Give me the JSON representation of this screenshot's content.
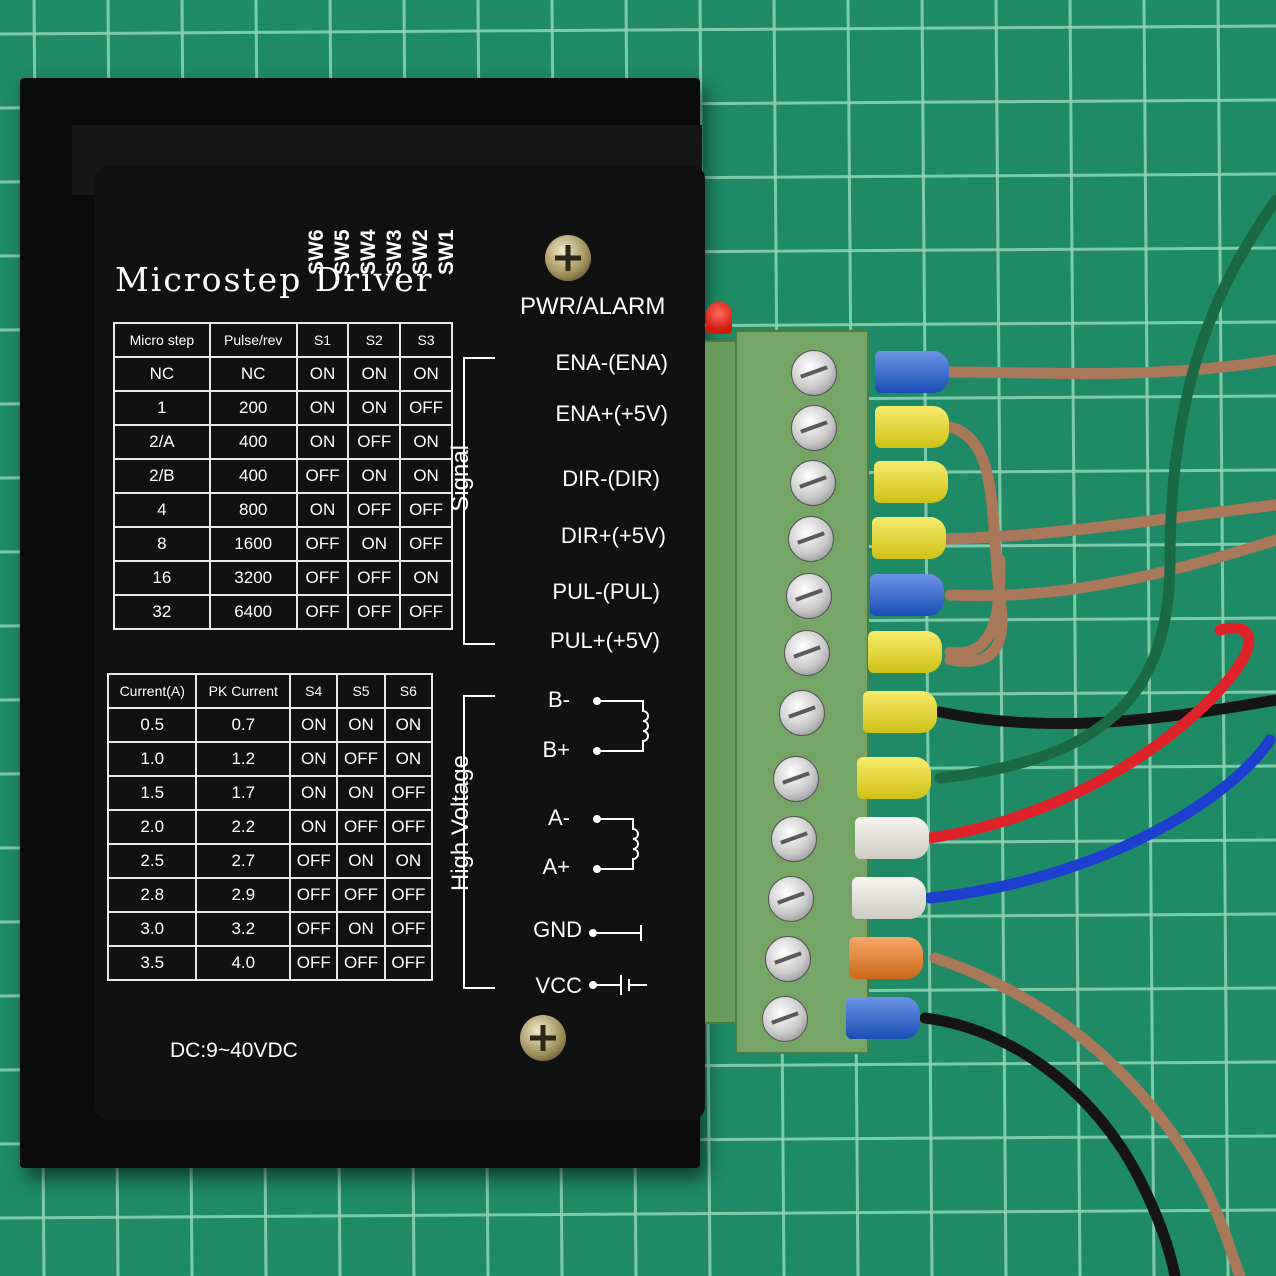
{
  "label": {
    "title": "Microstep Driver",
    "switches": [
      "SW6",
      "SW5",
      "SW4",
      "SW3",
      "SW2",
      "SW1"
    ],
    "pwr_alarm": "PWR/ALARM",
    "dc_rating": "DC:9~40VDC",
    "micro_table": {
      "headers": [
        "Micro step",
        "Pulse/rev",
        "S1",
        "S2",
        "S3"
      ],
      "rows": [
        [
          "NC",
          "NC",
          "ON",
          "ON",
          "ON"
        ],
        [
          "1",
          "200",
          "ON",
          "ON",
          "OFF"
        ],
        [
          "2/A",
          "400",
          "ON",
          "OFF",
          "ON"
        ],
        [
          "2/B",
          "400",
          "OFF",
          "ON",
          "ON"
        ],
        [
          "4",
          "800",
          "ON",
          "OFF",
          "OFF"
        ],
        [
          "8",
          "1600",
          "OFF",
          "ON",
          "OFF"
        ],
        [
          "16",
          "3200",
          "OFF",
          "OFF",
          "ON"
        ],
        [
          "32",
          "6400",
          "OFF",
          "OFF",
          "OFF"
        ]
      ]
    },
    "current_table": {
      "headers": [
        "Current(A)",
        "PK Current",
        "S4",
        "S5",
        "S6"
      ],
      "rows": [
        [
          "0.5",
          "0.7",
          "ON",
          "ON",
          "ON"
        ],
        [
          "1.0",
          "1.2",
          "ON",
          "OFF",
          "ON"
        ],
        [
          "1.5",
          "1.7",
          "ON",
          "ON",
          "OFF"
        ],
        [
          "2.0",
          "2.2",
          "ON",
          "OFF",
          "OFF"
        ],
        [
          "2.5",
          "2.7",
          "OFF",
          "ON",
          "ON"
        ],
        [
          "2.8",
          "2.9",
          "OFF",
          "OFF",
          "OFF"
        ],
        [
          "3.0",
          "3.2",
          "OFF",
          "ON",
          "OFF"
        ],
        [
          "3.5",
          "4.0",
          "OFF",
          "OFF",
          "OFF"
        ]
      ]
    },
    "signal_group": "Signal",
    "signal_terminals": [
      "ENA-(ENA)",
      "ENA+(+5V)",
      "DIR-(DIR)",
      "DIR+(+5V)",
      "PUL-(PUL)",
      "PUL+(+5V)"
    ],
    "hv_group": "High Voltage",
    "hv_terminals": [
      "B-",
      "B+",
      "A-",
      "A+",
      "GND",
      "VCC"
    ]
  },
  "colors": {
    "mat": "#1f8a66",
    "grid": "#8fd4b6",
    "terminal_block": "#74a566",
    "ferrules": [
      "#1e5bd6",
      "#f2e21a",
      "#f2e21a",
      "#f2e21a",
      "#1e5bd6",
      "#f2e21a",
      "#f2e21a",
      "#f2e21a",
      "#f0efe6",
      "#f0efe6",
      "#f07a1c",
      "#1e5bd6"
    ],
    "wires": [
      "#a9785a",
      "#a9785a",
      "#a9785a",
      "#a9785a",
      "#a9785a",
      "#a9785a",
      "#151515",
      "#1a6b45",
      "#e0232a",
      "#1d3fd0",
      "#a9785a",
      "#151515"
    ]
  },
  "icons": [
    "screw-icon",
    "led-icon",
    "coil-b-icon",
    "coil-a-icon",
    "ground-symbol-icon",
    "power-symbol-icon"
  ]
}
